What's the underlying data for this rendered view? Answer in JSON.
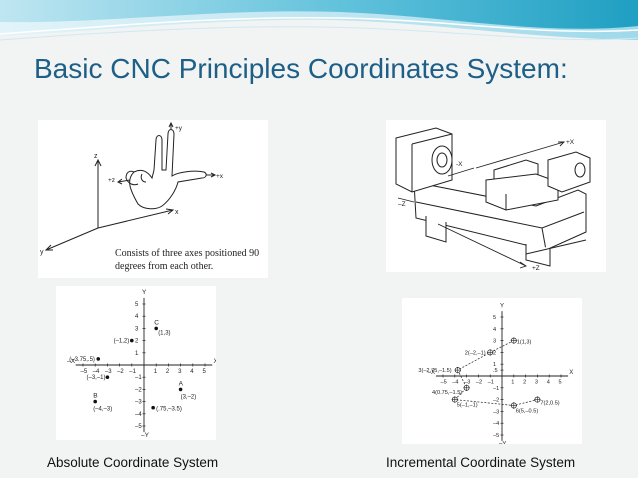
{
  "slide": {
    "title": "Basic CNC Principles Coordinates System:",
    "caption_left": "Absolute Coordinate System",
    "caption_right": "Incremental Coordinate System",
    "accent_color": "#1d5f86"
  },
  "right_hand_figure": {
    "axis_labels": {
      "z": "z",
      "y": "y",
      "x": "x",
      "plus_z": "+z",
      "plus_y": "+y",
      "plus_x": "+x"
    },
    "caption": "Consists of three axes positioned 90 degrees from each other."
  },
  "lathe_figure": {
    "labels": {
      "plus_x": "+X",
      "minus_x": "-X",
      "minus_z": "–Z",
      "plus_z": "+Z"
    }
  },
  "absolute_plot": {
    "axis_labels": {
      "x_pos": "X",
      "x_neg": "–X",
      "y_pos": "Y",
      "y_neg": "–Y"
    },
    "x_ticks": [
      "–5",
      "–4",
      "–3",
      "–2",
      "–1",
      "1",
      "2",
      "3",
      "4",
      "5"
    ],
    "y_ticks": [
      "5",
      "4",
      "3",
      "2",
      "1",
      "–1",
      "–2",
      "–3",
      "–4",
      "–5"
    ],
    "points": [
      {
        "letter": "C",
        "label": "(1,3)",
        "x": 1,
        "y": 3
      },
      {
        "letter": "",
        "label": "(–1,2)",
        "x": -1,
        "y": 2
      },
      {
        "letter": "",
        "label": "(–3.75,.5)",
        "x": -3.75,
        "y": 0.5
      },
      {
        "letter": "",
        "label": "(–3,–1)",
        "x": -3,
        "y": -1
      },
      {
        "letter": "A",
        "label": "(3,–2)",
        "x": 3,
        "y": -2
      },
      {
        "letter": "B",
        "label": "(–4,–3)",
        "x": -4,
        "y": -3
      },
      {
        "letter": "",
        "label": "(.75,–3.5)",
        "x": 0.75,
        "y": -3.5
      }
    ]
  },
  "incremental_plot": {
    "axis_labels": {
      "x_pos": "X",
      "x_neg": "–X",
      "y_pos": "Y",
      "y_neg": "–Y"
    },
    "x_ticks": [
      "–5",
      "–4",
      "–3",
      "–2",
      "–1",
      "1",
      "2",
      "3",
      "4",
      "5"
    ],
    "y_ticks": [
      "5",
      "4",
      "3",
      "2",
      "1",
      ".5",
      "–1",
      "–2",
      "–3",
      "–4",
      "–5"
    ],
    "points": [
      {
        "label": "1(1,3)",
        "x": 1,
        "y": 3
      },
      {
        "label": "2(–2,–1)",
        "x": -1,
        "y": 2
      },
      {
        "label": "3(–2.75,–1.5)",
        "x": -3.75,
        "y": 0.5
      },
      {
        "label": "4(0.75,–1.5)",
        "x": -3,
        "y": -1
      },
      {
        "label": "5(–1,–1)",
        "x": -4,
        "y": -2
      },
      {
        "label": "6(5,–0.5)",
        "x": 1,
        "y": -2.5
      },
      {
        "label": "7(2,0.5)",
        "x": 3,
        "y": -2
      }
    ]
  }
}
